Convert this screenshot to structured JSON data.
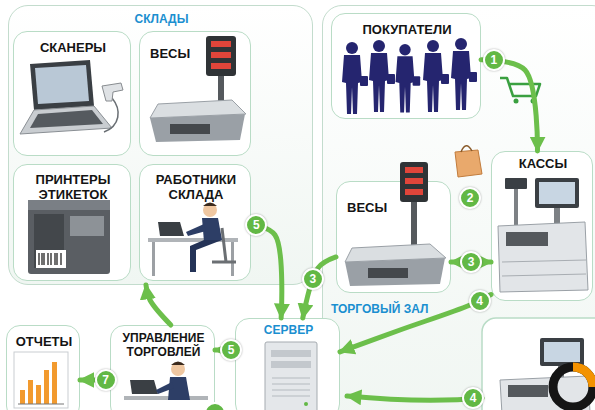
{
  "diagram": {
    "nodes": [
      {
        "text": [
          "СКЛАДЫ"
        ]
      },
      {
        "text": [
          "СКАНЕРЫ"
        ],
        "in": 0
      },
      {
        "text": [
          "ВЕСЫ"
        ],
        "in": 0
      },
      {
        "text": [
          "ПРИНТЕРЫ ЭТИКЕТОК"
        ],
        "in": 0
      },
      {
        "text": [
          "РАБОТНИКИ СКЛАДА"
        ],
        "in": 0
      },
      {
        "text": [
          "ТОРГОВЫЙ ЗАЛ"
        ]
      },
      {
        "text": [
          "ПОКУПАТЕЛИ"
        ],
        "in": 5
      },
      {
        "text": [
          "КАССЫ"
        ],
        "in": 5
      },
      {
        "text": [
          "ВЕСЫ"
        ],
        "in": 5
      },
      {
        "text": [
          "СЕРВЕР"
        ]
      },
      {
        "text": [
          "ОТЧЕТЫ"
        ]
      },
      {
        "text": [
          "УПРАВЛЕНИЕ ТОРГОВЛЕЙ"
        ]
      }
    ],
    "edges": [
      {
        "from": 6,
        "to": 7,
        "arrow": "to",
        "label": "1"
      },
      {
        "from": 8,
        "to": 9,
        "arrow": "to",
        "label": "3"
      },
      {
        "from": 8,
        "to": 7,
        "arrow": "both",
        "label": "3"
      },
      {
        "from": 7,
        "to": 9,
        "arrow": "to",
        "label": "4"
      },
      {
        "from": 4,
        "to": 9,
        "arrow": "to",
        "label": "5"
      },
      {
        "from": 9,
        "to": 11,
        "arrow": "to",
        "label": "5"
      },
      {
        "from": 11,
        "to": 0,
        "arrow": "to"
      },
      {
        "from": 11,
        "to": 10,
        "arrow": "to",
        "label": "7"
      }
    ],
    "labels": [
      "2",
      "4"
    ]
  }
}
